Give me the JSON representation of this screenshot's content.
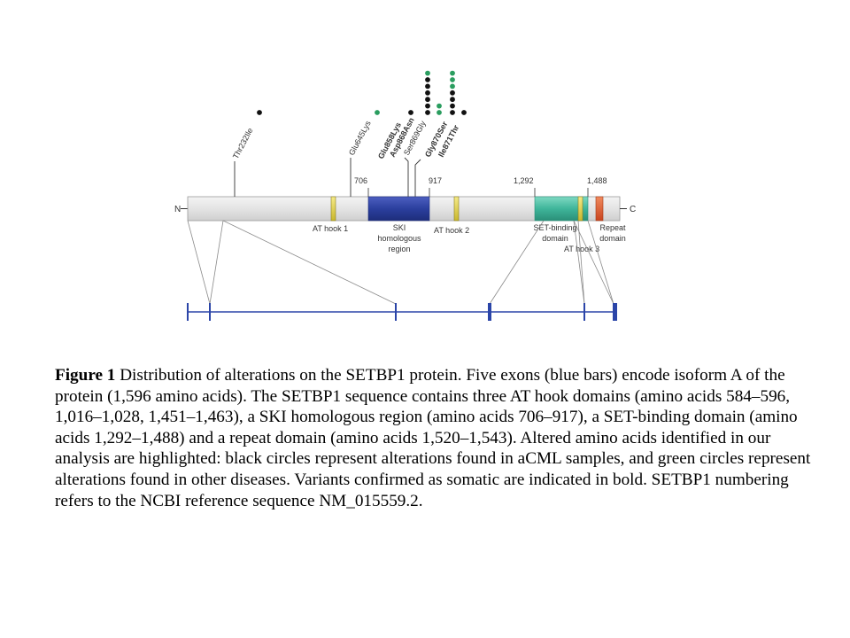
{
  "figure": {
    "terminus": {
      "n": "N",
      "c": "C"
    },
    "position_labels": [
      "706",
      "917",
      "1,292",
      "1,488"
    ],
    "domain_labels": {
      "at_hook_1": "AT hook 1",
      "ski": [
        "SKI",
        "homologous",
        "region"
      ],
      "at_hook_2": "AT hook 2",
      "set_binding": [
        "SET-binding",
        "domain"
      ],
      "at_hook_3": "AT hook 3",
      "repeat": [
        "Repeat",
        "domain"
      ]
    },
    "mutations": [
      {
        "label": "Thr232Ile",
        "bold": false,
        "black": 1,
        "green": 0
      },
      {
        "label": "Glu645Lys",
        "bold": false,
        "black": 0,
        "green": 1
      },
      {
        "label": "Glu858Lys",
        "bold": true,
        "black": 1,
        "green": 0
      },
      {
        "label": "Asp868Asn",
        "bold": true,
        "black": 6,
        "green": 1
      },
      {
        "label": "Ser869Gly",
        "bold": false,
        "black": 0,
        "green": 2
      },
      {
        "label": "Gly870Ser",
        "bold": true,
        "black": 4,
        "green": 3
      },
      {
        "label": "Ile871Thr",
        "bold": true,
        "black": 1,
        "green": 0
      }
    ],
    "colors": {
      "protein": "#e6e6e6",
      "ski": "#2b3f9e",
      "set": "#3fb59a",
      "repeat": "#e0552a",
      "at_hook": "#e8d84a",
      "exon": "#2b45a8",
      "black_circle": "#111111",
      "green_circle": "#2a9d5f"
    }
  },
  "caption": {
    "label": "Figure 1",
    "text": " Distribution of alterations on the SETBP1 protein. Five exons (blue bars) encode isoform A of the protein (1,596 amino acids). The SETBP1 sequence contains three AT hook domains (amino acids 584–596, 1,016–1,028, 1,451–1,463), a SKI homologous region (amino acids 706–917), a SET-binding domain (amino acids 1,292–1,488) and a repeat domain (amino acids 1,520–1,543). Altered amino acids identified in our analysis are highlighted: black circles represent alterations found in aCML samples, and green circles represent alterations found in other diseases. Variants confirmed as somatic are indicated in bold. SETBP1 numbering refers to the NCBI reference sequence NM_015559.2."
  }
}
